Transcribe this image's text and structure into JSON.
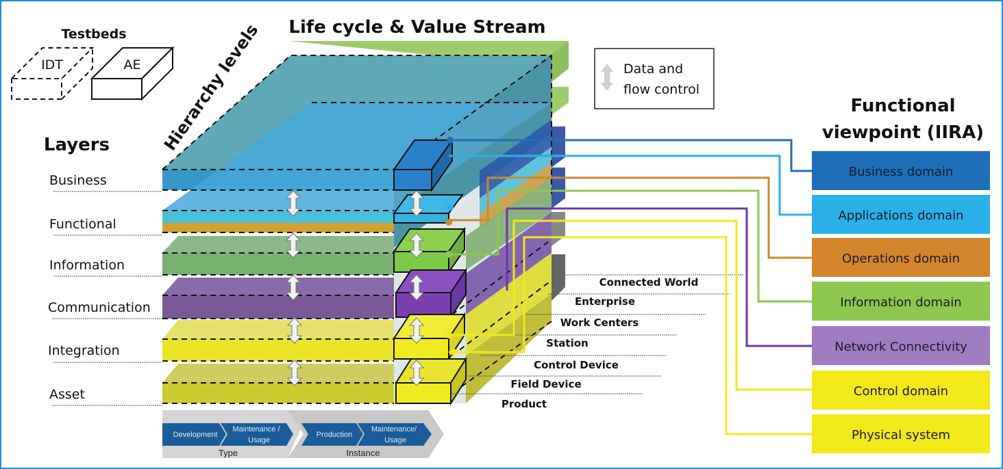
{
  "titles": {
    "testbeds": "Testbeds",
    "lifecycle": "Life cycle & Value Stream",
    "hierarchy": "Hierarchy levels",
    "layers": "Layers",
    "functional_viewpoint_line1": "Functional",
    "functional_viewpoint_line2": "viewpoint (IIRA)"
  },
  "testbeds": [
    {
      "label": "IDT",
      "style": "dashed"
    },
    {
      "label": "AE",
      "style": "solid"
    }
  ],
  "legend": {
    "line1": "Data and",
    "line2": "flow control",
    "icon": "double-arrow-icon"
  },
  "layers": [
    {
      "name": "Business",
      "color": "#2f8fc0"
    },
    {
      "name": "Functional",
      "color": "#3fb5d6"
    },
    {
      "name": "Information",
      "color": "#6fa860"
    },
    {
      "name": "Communication",
      "color": "#6a4a9a"
    },
    {
      "name": "Integration",
      "color": "#e6e020"
    },
    {
      "name": "Asset",
      "color": "#cccc30"
    }
  ],
  "hierarchy_levels": [
    "Connected World",
    "Enterprise",
    "Work Centers",
    "Station",
    "Control Device",
    "Field Device",
    "Product"
  ],
  "lifecycle": {
    "type": {
      "label": "Type",
      "steps": [
        {
          "line1": "Development",
          "line2": ""
        },
        {
          "line1": "Maintenance /",
          "line2": "Usage"
        }
      ]
    },
    "instance": {
      "label": "Instance",
      "steps": [
        {
          "line1": "Production",
          "line2": ""
        },
        {
          "line1": "Maintenance/",
          "line2": "Usage"
        }
      ]
    }
  },
  "domains": [
    {
      "label": "Business domain",
      "color": "#1f6fb8"
    },
    {
      "label": "Applications domain",
      "color": "#2bb0e8"
    },
    {
      "label": "Operations domain",
      "color": "#d4862c"
    },
    {
      "label": "Information domain",
      "color": "#8cc850"
    },
    {
      "label": "Network Connectivity",
      "color": "#a07cc0"
    },
    {
      "label": "Control domain",
      "color": "#f2e81a"
    },
    {
      "label": "Physical system",
      "color": "#f2e81a"
    }
  ]
}
